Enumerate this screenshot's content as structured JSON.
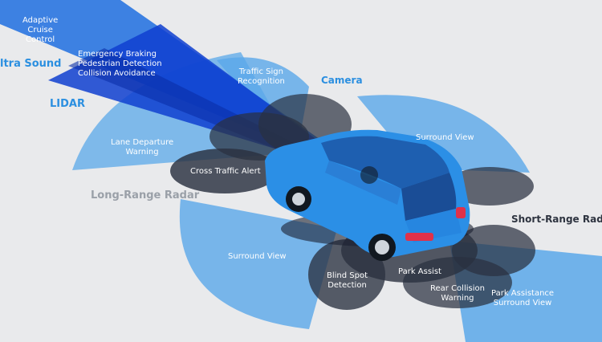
{
  "colors": {
    "background": "#e9eaec",
    "radar_blue": "#5aa8ea",
    "lidar_blue": "#0f3fd0",
    "dark_zone": "#2a3140",
    "car_body": "#2b8fe6"
  },
  "labels": {
    "adaptive_cruise": [
      "Adaptive",
      "Cruise",
      "Control"
    ],
    "ultra_sound": "ltra Sound",
    "emergency": [
      "Emergency Braking",
      "Pedestrian Detection",
      "Collision Avoidance"
    ],
    "lidar": "LIDAR",
    "traffic_sign": [
      "Traffic Sign",
      "Recognition"
    ],
    "camera": "Camera",
    "surround_view_top": "Surround View",
    "lane_departure": [
      "Lane Departure",
      "Warning"
    ],
    "cross_traffic": "Cross Traffic Alert",
    "long_range_radar": "Long-Range Radar",
    "short_range_radar": "Short-Range Rada",
    "surround_view_left": "Surround View",
    "park_assist": "Park Assist",
    "blind_spot": [
      "Blind Spot",
      "Detection"
    ],
    "rear_collision": [
      "Rear Collision",
      "Warning"
    ],
    "park_assistance": [
      "Park Assistance",
      "Surround View"
    ]
  }
}
